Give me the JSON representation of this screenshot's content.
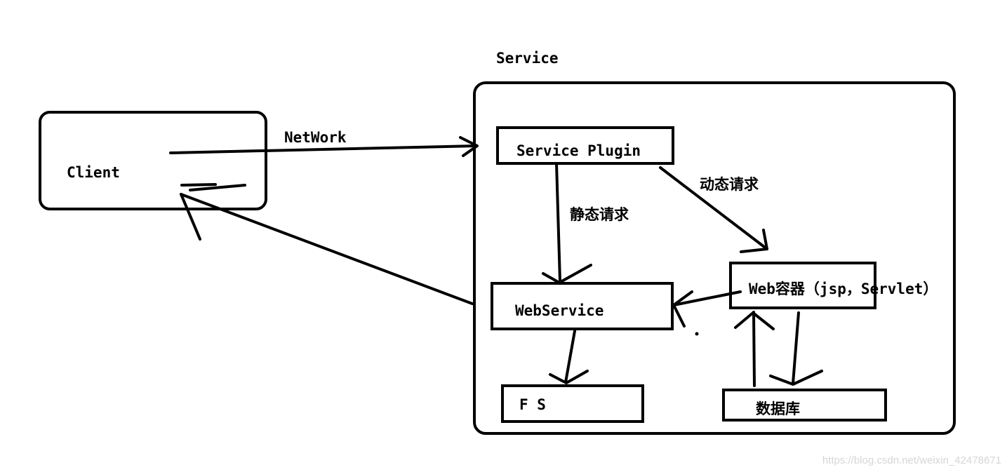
{
  "diagram": {
    "service_title": "Service",
    "client_label": "Client",
    "network_label": "NetWork",
    "service_plugin_label": "Service Plugin",
    "static_request_label": "静态请求",
    "dynamic_request_label": "动态请求",
    "webservice_label": "WebService",
    "web_container_label": "Web容器（jsp，Servlet）",
    "fs_label": "F  S",
    "database_label": "数据库",
    "watermark": "https://blog.csdn.net/weixin_42478671"
  },
  "colors": {
    "background": "#ffffff",
    "stroke": "#000000",
    "watermark": "#d6d6d6"
  }
}
